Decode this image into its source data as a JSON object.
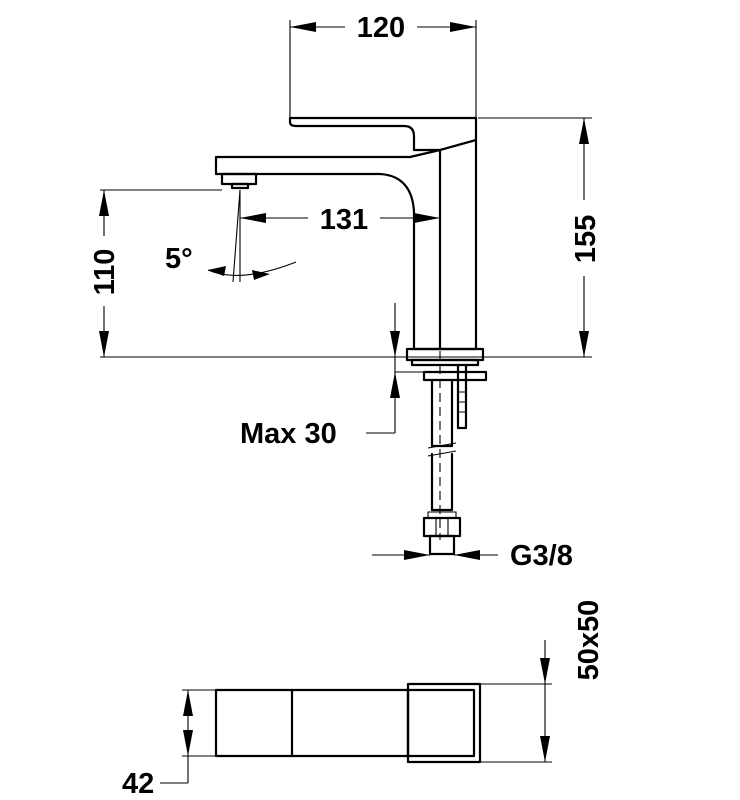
{
  "dimensions": {
    "top_width": "120",
    "total_height": "155",
    "spout_reach": "131",
    "spout_height": "110",
    "spout_angle": "5°",
    "max_thickness": "Max 30",
    "thread": "G3/8",
    "base_size": "50x50",
    "base_height": "42"
  }
}
